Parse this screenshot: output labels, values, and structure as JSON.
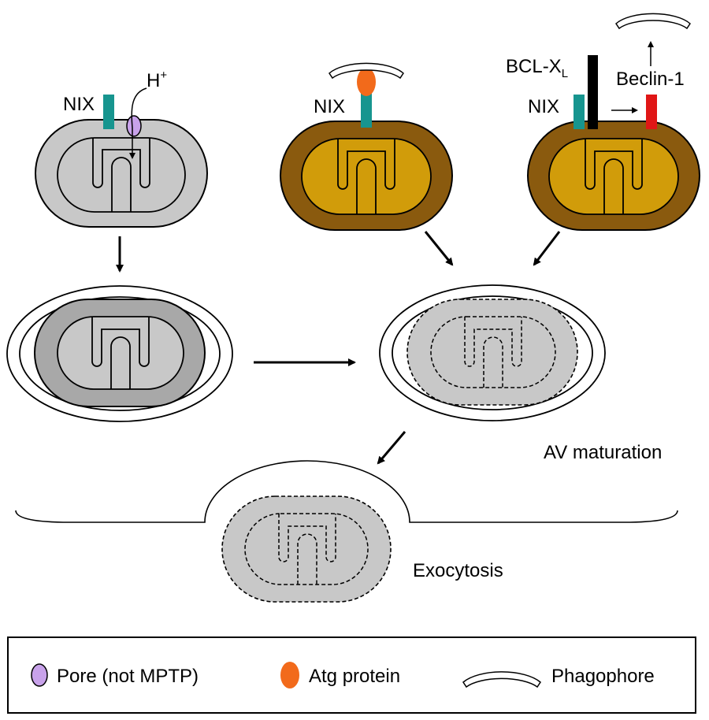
{
  "labels": {
    "nix": "NIX",
    "h_plus": "H",
    "h_plus_sup": "+",
    "bclxl": "BCL-X",
    "bclxl_sub": "L",
    "beclin": "Beclin-1",
    "av_maturation": "AV maturation",
    "exocytosis": "Exocytosis"
  },
  "legend": {
    "pore": "Pore (not MPTP)",
    "atg": "Atg protein",
    "phagophore": "Phagophore"
  },
  "colors": {
    "mito_gray": "#c8c8c8",
    "mito_gray_dark": "#a8a8a8",
    "mito_gold_outer": "#8a5a0e",
    "mito_gold_inner": "#d19c0a",
    "nix_teal": "#17958f",
    "pore_purple": "#c8a2ea",
    "atg_orange": "#f26a1b",
    "beclin_red": "#e01616",
    "bclxl_black": "#000000"
  }
}
